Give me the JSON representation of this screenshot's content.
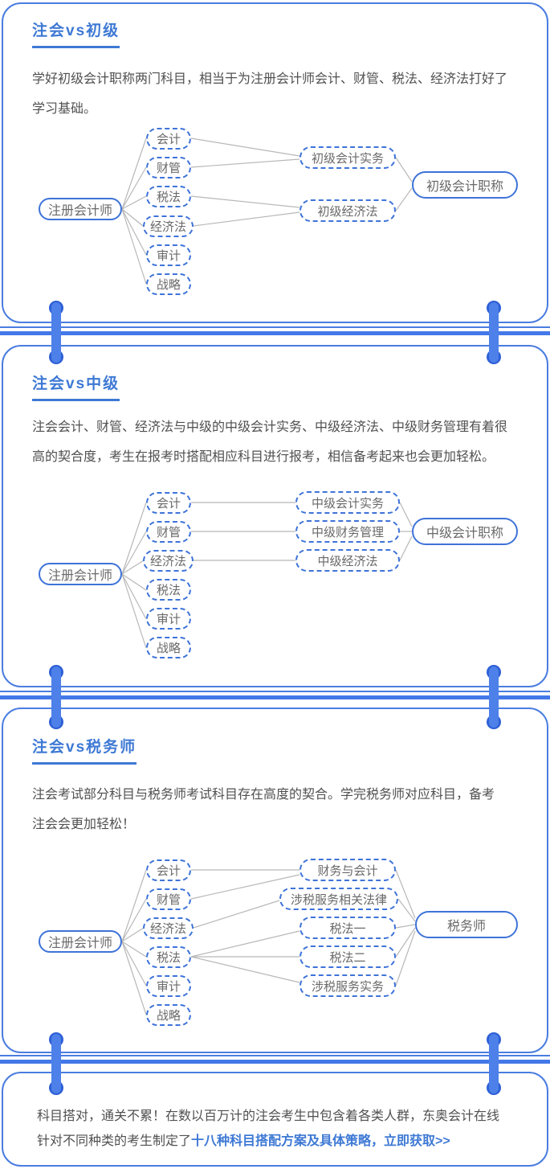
{
  "colors": {
    "card_border": "#4a7de0",
    "accent_blue": "#3e79d4",
    "divider_blue": "#4478e8",
    "pin_rod_blue": "#4d80e8",
    "pin_cap_blue": "#2d5fd6",
    "node_border_blue": "#3e73d8",
    "connector_gray": "#b8b8b8",
    "body_text": "#505050",
    "node_text": "#696969"
  },
  "cards": [
    {
      "title": "注会vs初级",
      "paragraph_lines": [
        "学好初级会计职称两门科目，相当于为注册会计师会计、财管、税法、经济法打好了",
        "学习基础。"
      ],
      "diagram": {
        "type": "flow",
        "root": "注册会计师",
        "cpa_subjects": [
          "会计",
          "财管",
          "税法",
          "经济法",
          "审计",
          "战略"
        ],
        "bridge_subjects": [
          "初级会计实务",
          "初级经济法"
        ],
        "target": "初级会计职称",
        "links": [
          "注册会计师→会计",
          "注册会计师→财管",
          "注册会计师→税法",
          "注册会计师→经济法",
          "注册会计师→审计",
          "注册会计师→战略",
          "会计→初级会计实务",
          "财管→初级会计实务",
          "税法→初级经济法",
          "经济法→初级经济法",
          "初级会计实务→初级会计职称",
          "初级经济法→初级会计职称"
        ]
      }
    },
    {
      "title": "注会vs中级",
      "paragraph_lines": [
        "注会会计、财管、经济法与中级的中级会计实务、中级经济法、中级财务管理有着很",
        "高的契合度，考生在报考时搭配相应科目进行报考，相信备考起来也会更加轻松。"
      ],
      "diagram": {
        "type": "flow",
        "root": "注册会计师",
        "cpa_subjects": [
          "会计",
          "财管",
          "经济法",
          "税法",
          "审计",
          "战略"
        ],
        "bridge_subjects": [
          "中级会计实务",
          "中级财务管理",
          "中级经济法"
        ],
        "target": "中级会计职称",
        "links": [
          "注册会计师→会计",
          "注册会计师→财管",
          "注册会计师→经济法",
          "注册会计师→税法",
          "注册会计师→审计",
          "注册会计师→战略",
          "会计→中级会计实务",
          "财管→中级财务管理",
          "经济法→中级经济法",
          "中级会计实务→中级会计职称",
          "中级财务管理→中级会计职称",
          "中级经济法→中级会计职称"
        ]
      }
    },
    {
      "title": "注会vs税务师",
      "paragraph_lines": [
        "注会考试部分科目与税务师考试科目存在高度的契合。学完税务师对应科目，备考",
        "注会会更加轻松！"
      ],
      "diagram": {
        "type": "flow",
        "root": "注册会计师",
        "cpa_subjects": [
          "会计",
          "财管",
          "经济法",
          "税法",
          "审计",
          "战略"
        ],
        "bridge_subjects": [
          "财务与会计",
          "涉税服务相关法律",
          "税法一",
          "税法二",
          "涉税服务实务"
        ],
        "target": "税务师",
        "links": [
          "注册会计师→会计",
          "注册会计师→财管",
          "注册会计师→经济法",
          "注册会计师→税法",
          "注册会计师→审计",
          "注册会计师→战略",
          "会计→财务与会计",
          "财管→财务与会计",
          "经济法→涉税服务相关法律",
          "税法→税法一",
          "税法→税法二",
          "税法→涉税服务实务",
          "财务与会计→税务师",
          "涉税服务相关法律→税务师",
          "税法一→税务师",
          "税法二→税务师",
          "涉税服务实务→税务师"
        ]
      }
    }
  ],
  "footer": {
    "line1": "科目搭对，通关不累！在数以百万计的注会考生中包含着各类人群，东奥会计在线",
    "line2_prefix": "针对不同种类的考生制定了",
    "line2_link": "十八种科目搭配方案及具体策略，立即获取>>"
  }
}
